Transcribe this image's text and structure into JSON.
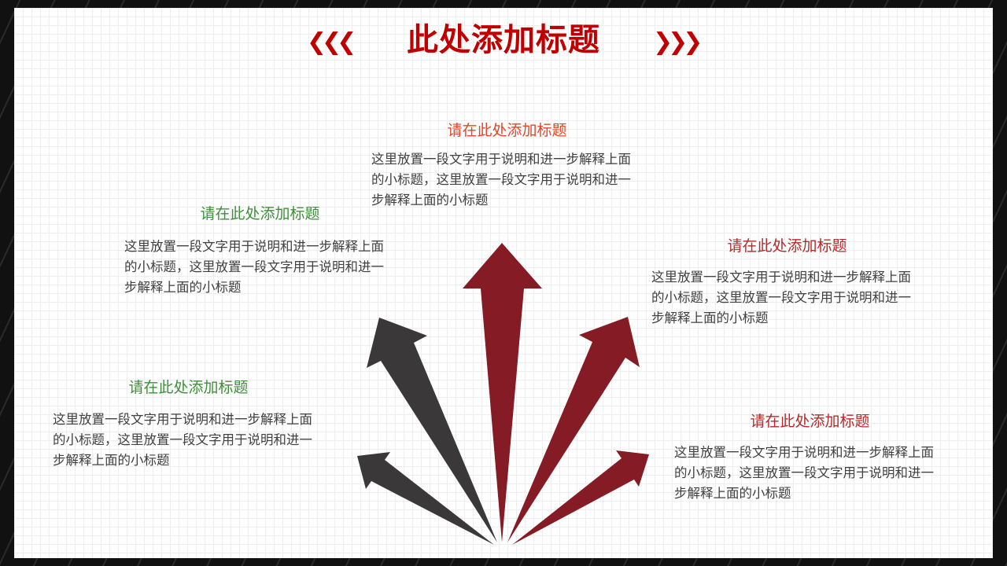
{
  "title": "此处添加标题",
  "title_decor": {
    "left": "❮❮❮",
    "right": "❯❯❯"
  },
  "colors": {
    "accent": "#c00000",
    "arrow_red": "#851b24",
    "arrow_dark": "#3a3839",
    "heading_green": "#3f8f3a",
    "heading_red": "#b52a2a",
    "heading_top": "#e0472b"
  },
  "blocks": [
    {
      "heading": "请在此处添加标题",
      "body": "这里放置一段文字用于说明和进一步解释上面的小标题，这里放置一段文字用于说明和进一步解释上面的小标题"
    },
    {
      "heading": "请在此处添加标题",
      "body": "这里放置一段文字用于说明和进一步解释上面的小标题，这里放置一段文字用于说明和进一步解释上面的小标题"
    },
    {
      "heading": "请在此处添加标题",
      "body": "这里放置一段文字用于说明和进一步解释上面的小标题，这里放置一段文字用于说明和进一步解释上面的小标题"
    },
    {
      "heading": "请在此处添加标题",
      "body": "这里放置一段文字用于说明和进一步解释上面的小标题，这里放置一段文字用于说明和进一步解释上面的小标题"
    },
    {
      "heading": "请在此处添加标题",
      "body": "这里放置一段文字用于说明和进一步解释上面的小标题，这里放置一段文字用于说明和进一步解释上面的小标题"
    }
  ]
}
